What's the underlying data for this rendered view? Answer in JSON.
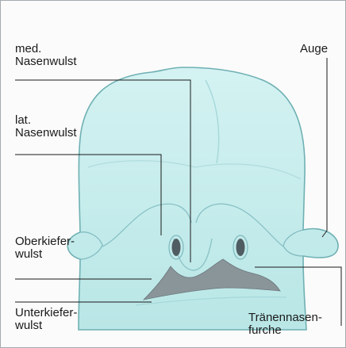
{
  "labels": {
    "med_nasenwulst": [
      "med.",
      "Nasenwulst"
    ],
    "lat_nasenwulst": [
      "lat.",
      "Nasenwulst"
    ],
    "oberkieferwulst": [
      "Oberkiefer-",
      "wulst"
    ],
    "unterkieferwulst": [
      "Unterkiefer-",
      "wulst"
    ],
    "auge": [
      "Auge"
    ],
    "traenennasenfurche": [
      "Tränennasen-",
      "furche"
    ]
  },
  "colors": {
    "head_fill": "#c6ecec",
    "head_outline": "#6fb0b4",
    "mouth_fill": "#8a9599",
    "pointer_lines": "#1a1a1a",
    "text": "#1a1a1a"
  }
}
